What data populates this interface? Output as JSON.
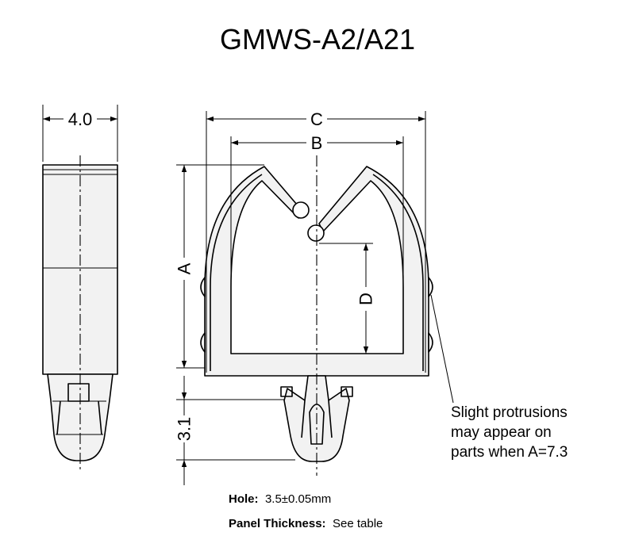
{
  "title": "GMWS-A2/A21",
  "dimensions": {
    "side_width": "4.0",
    "c": "C",
    "b": "B",
    "a": "A",
    "d": "D",
    "pin": "3.1"
  },
  "note": {
    "line1": "Slight protrusions",
    "line2": "may appear on",
    "line3": "parts when A=7.3"
  },
  "specs": {
    "hole_label": "Hole:",
    "hole_value": "3.5±0.05mm",
    "panel_label": "Panel Thickness:",
    "panel_value": "See table"
  }
}
